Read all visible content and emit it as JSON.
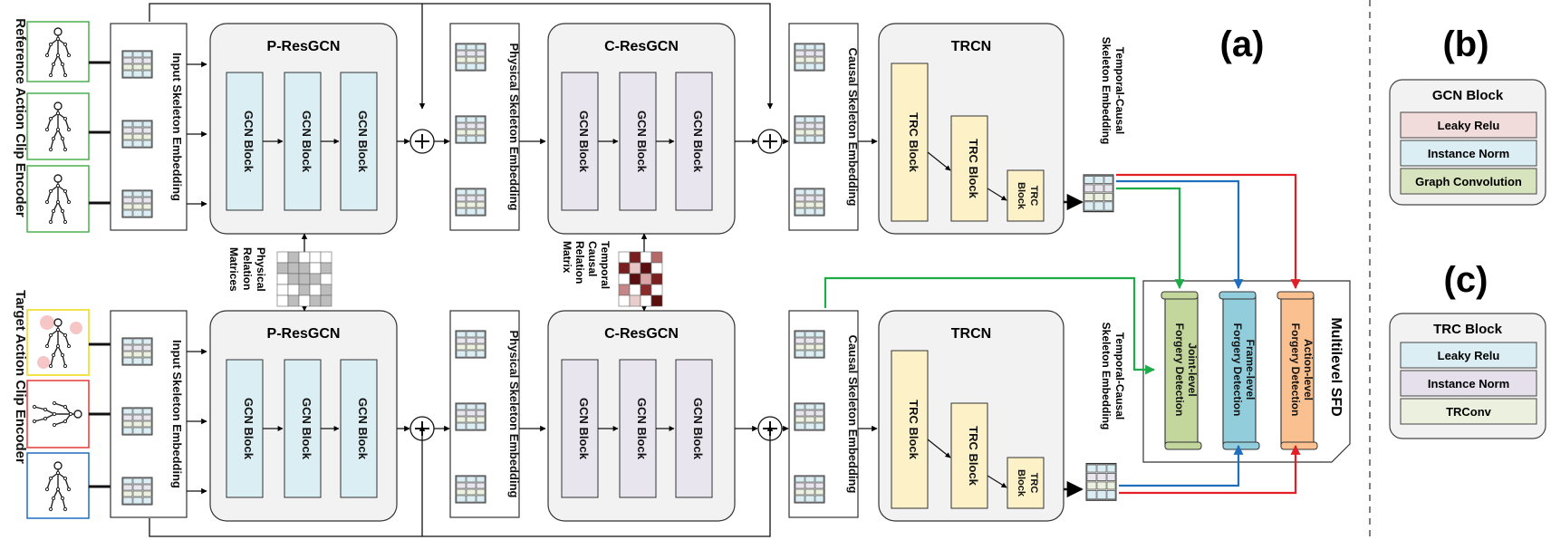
{
  "labels": {
    "ref_encoder": "Reference Action Clip Encoder",
    "tgt_encoder": "Target Action Clip Encoder",
    "input_embedding": "Input Skeleton Embedding",
    "p_resgcn": "P-ResGCN",
    "c_resgcn": "C-ResGCN",
    "gcn_block": "GCN Block",
    "physical_embedding": "Physical Skeleton Embedding",
    "causal_embedding": "Causal Skeleton Embedding",
    "trcn": "TRCN",
    "trc_block": "TRC Block",
    "trc_small_1": "TRC",
    "trc_small_2": "Block",
    "tc_embedding_1": "Temporal-Causal",
    "tc_embedding_2": "Skeleton Embedding",
    "phys_rel_1": "Physical",
    "phys_rel_2": "Relation",
    "phys_rel_3": "Matrices",
    "temp_rel_1": "Temporal",
    "temp_rel_2": "Causal",
    "temp_rel_3": "Relation",
    "temp_rel_4": "Matrix",
    "multilevel_sfd": "Multilevel SFD",
    "joint_1": "Joint-level",
    "joint_2": "Forgery Detection",
    "frame_1": "Frame-level",
    "frame_2": "Forgery Detection",
    "action_1": "Action-level",
    "action_2": "Forgery Detection",
    "panel_a": "(a)",
    "panel_b": "(b)",
    "panel_c": "(c)",
    "gcn_block_title": "GCN Block",
    "gcn_rows": [
      "Leaky Relu",
      "Instance Norm",
      "Graph Convolution"
    ],
    "trc_block_title": "TRC Block",
    "trc_rows": [
      "Leaky Relu",
      "Instance Norm",
      "TRConv"
    ]
  },
  "colors": {
    "gcn_fill": "#daeef3",
    "cgcn_fill": "#e9e5ef",
    "trc_fill": "#fdf2c7",
    "panel_fill": "#f2f2f2",
    "green_arrow": "#1fab4a",
    "blue_arrow": "#1f6fbf",
    "red_arrow": "#e31e24",
    "joint_fill": "#c3d69b",
    "frame_fill": "#92cddc",
    "action_fill": "#fac090",
    "leaky_fill": "#f2dcdb",
    "inorm_fill": "#dbeef4",
    "gconv_fill": "#d7e4bd",
    "trinorm_fill": "#e6e0ec",
    "trconv_fill": "#ebf1de",
    "frame_green": "#4caf50",
    "frame_red": "#e53935",
    "frame_blue": "#1e6fbf",
    "frame_yellow": "#f2e34c"
  }
}
